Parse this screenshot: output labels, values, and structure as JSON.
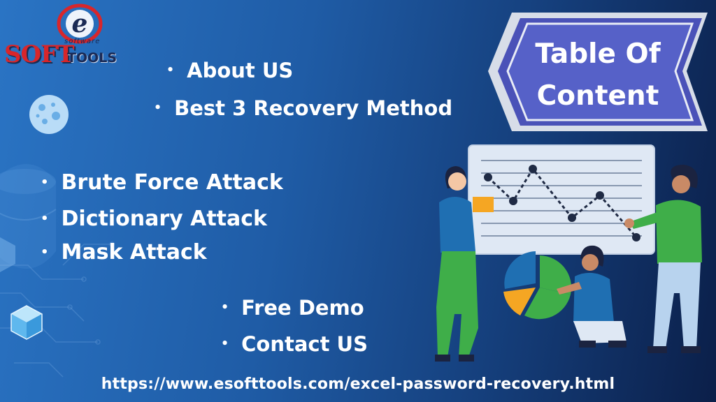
{
  "logo": {
    "letter": "e",
    "main": "SOFT",
    "secondary": "TOOLS",
    "tagline": "software"
  },
  "toc": {
    "title_line1": "Table Of",
    "title_line2": "Content"
  },
  "menu": {
    "items": [
      {
        "label": "About US"
      },
      {
        "label": "Best 3 Recovery Method"
      },
      {
        "label": "Brute Force Attack"
      },
      {
        "label": "Dictionary Attack"
      },
      {
        "label": "Mask Attack"
      },
      {
        "label": "Free Demo"
      },
      {
        "label": "Contact US"
      }
    ],
    "bullet": "•"
  },
  "footer": {
    "url": "https://www.esofttools.com/excel-password-recovery.html"
  },
  "colors": {
    "accent_blue": "#3b86d6",
    "orange": "#f5a623",
    "green": "#3fae49",
    "logo_red": "#d8262b"
  },
  "icons": [
    "moon-icon",
    "cube-icon",
    "line-chart-board",
    "pie-chart",
    "person-left",
    "person-right",
    "person-sitting"
  ]
}
